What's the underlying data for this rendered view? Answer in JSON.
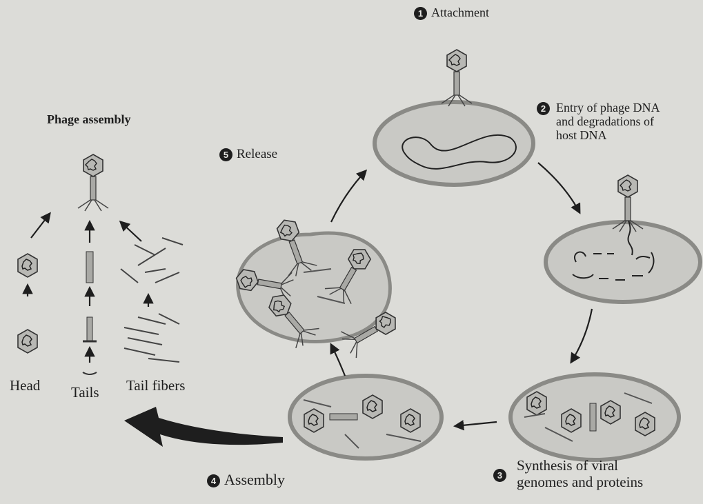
{
  "steps": [
    {
      "number": "1",
      "label": "Attachment"
    },
    {
      "number": "2",
      "lines": [
        "Entry of phage DNA",
        "and degradations of",
        "host DNA"
      ]
    },
    {
      "number": "3",
      "lines": [
        "Synthesis of viral",
        "genomes and proteins"
      ]
    },
    {
      "number": "4",
      "label": "Assembly"
    },
    {
      "number": "5",
      "label": "Release"
    }
  ],
  "phage_assembly": {
    "title": "Phage assembly",
    "components": [
      "Head",
      "Tails",
      "Tail fibers"
    ]
  },
  "colors": {
    "background": "#dcdcd8",
    "cell_fill": "#c9c9c5",
    "cell_wall": "#8a8a86",
    "ink": "#1e1e1e"
  }
}
